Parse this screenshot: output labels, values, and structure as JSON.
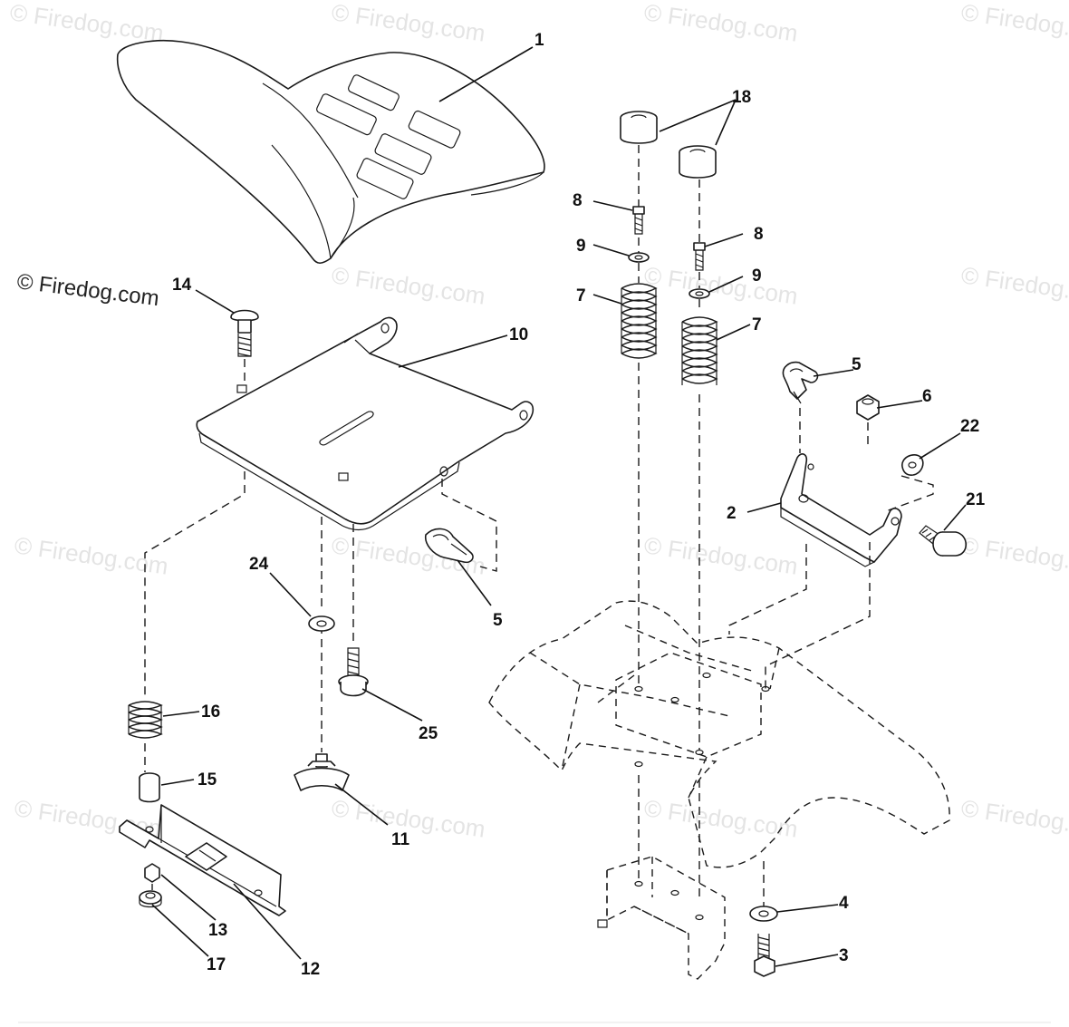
{
  "copyright": "© Firedog.com",
  "watermark": "© Firedog.com",
  "callouts": [
    {
      "id": "c1",
      "text": "1"
    },
    {
      "id": "c2",
      "text": "2"
    },
    {
      "id": "c3",
      "text": "3"
    },
    {
      "id": "c4",
      "text": "4"
    },
    {
      "id": "c5a",
      "text": "5"
    },
    {
      "id": "c5b",
      "text": "5"
    },
    {
      "id": "c6",
      "text": "6"
    },
    {
      "id": "c7a",
      "text": "7"
    },
    {
      "id": "c7b",
      "text": "7"
    },
    {
      "id": "c8a",
      "text": "8"
    },
    {
      "id": "c8b",
      "text": "8"
    },
    {
      "id": "c9a",
      "text": "9"
    },
    {
      "id": "c9b",
      "text": "9"
    },
    {
      "id": "c10",
      "text": "10"
    },
    {
      "id": "c11",
      "text": "11"
    },
    {
      "id": "c12",
      "text": "12"
    },
    {
      "id": "c13",
      "text": "13"
    },
    {
      "id": "c14",
      "text": "14"
    },
    {
      "id": "c15",
      "text": "15"
    },
    {
      "id": "c16",
      "text": "16"
    },
    {
      "id": "c17",
      "text": "17"
    },
    {
      "id": "c18",
      "text": "18"
    },
    {
      "id": "c21",
      "text": "21"
    },
    {
      "id": "c22",
      "text": "22"
    },
    {
      "id": "c24",
      "text": "24"
    },
    {
      "id": "c25",
      "text": "25"
    }
  ]
}
